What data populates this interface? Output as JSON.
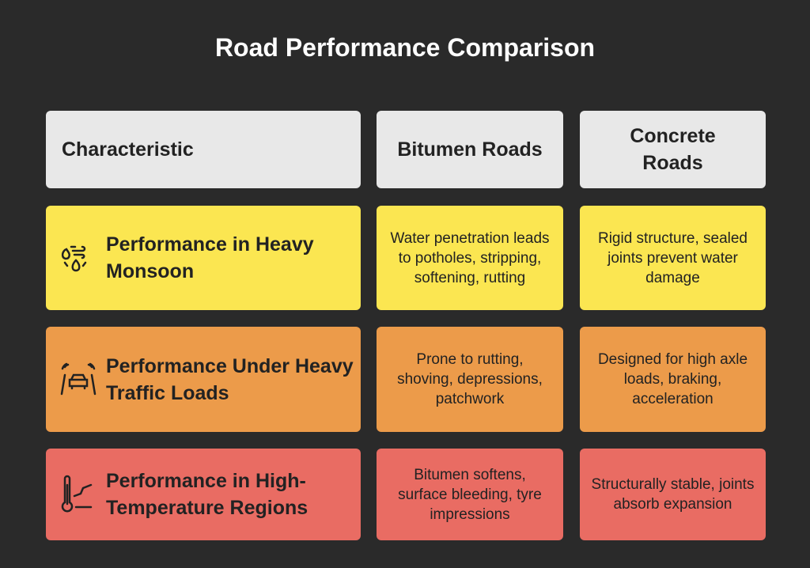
{
  "title": "Road Performance Comparison",
  "headers": [
    "Characteristic",
    "Bitumen Roads",
    "Concrete Roads"
  ],
  "rows": [
    {
      "characteristic": "Performance in Heavy Monsoon",
      "icon": "rain-wind-icon",
      "bitumen": "Water penetration leads to potholes, stripping, softening, rutting",
      "concrete": "Rigid structure, sealed joints prevent water damage"
    },
    {
      "characteristic": "Performance Under Heavy Traffic Loads",
      "icon": "car-road-icon",
      "bitumen": "Prone to rutting, shoving, depressions, patchwork",
      "concrete": "Designed for high axle loads, braking, acceleration"
    },
    {
      "characteristic": "Performance in High-Temperature Regions",
      "icon": "thermometer-icon",
      "bitumen": "Bitumen softens, surface bleeding, tyre impressions",
      "concrete": "Structurally stable, joints absorb expansion"
    }
  ],
  "colors": {
    "background": "#2a2a2a",
    "header": "#e8e8e8",
    "row1": "#fbe651",
    "row2": "#ec9b4a",
    "row3": "#e96c63"
  }
}
